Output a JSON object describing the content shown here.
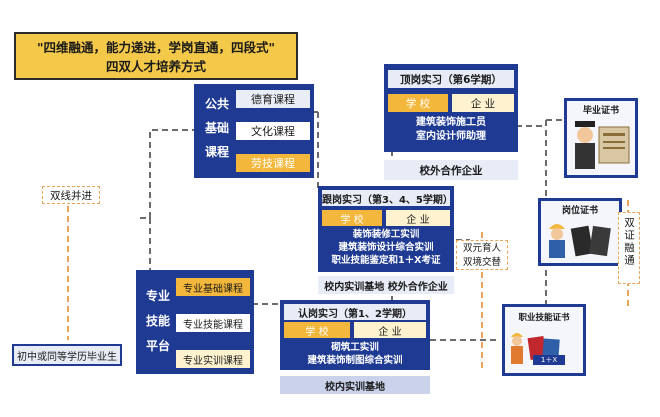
{
  "title": {
    "line1": "\"四维融通，能力递进，学岗直通，四段式\"",
    "line2": "四双人才培养方式"
  },
  "public_platform": {
    "label_chars": [
      "公共",
      "基础",
      "课程"
    ],
    "courses": [
      "德育课程",
      "文化课程",
      "劳技课程"
    ]
  },
  "pro_platform": {
    "label_chars": [
      "专业",
      "技能",
      "平台"
    ],
    "courses": [
      "专业基础课程",
      "专业技能课程",
      "专业实训课程"
    ]
  },
  "dual_track": "双线并进",
  "origin": "初中或同等学历毕业生",
  "stage_top": {
    "title": "顶岗实习（第6学期）",
    "school": "学 校",
    "enterprise": "企 业",
    "content": [
      "建筑装饰施工员",
      "室内设计师助理"
    ],
    "base": "校外合作企业"
  },
  "stage_mid": {
    "title": "跟岗实习（第3、4、5学期）",
    "school": "学 校",
    "enterprise": "企 业",
    "content": [
      "装饰装修工实训",
      "建筑装饰设计综合实训",
      "职业技能鉴定和1＋X考证"
    ],
    "base": "校内实训基地  校外合作企业"
  },
  "stage_low": {
    "title": "认岗实习（第1、2学期）",
    "school": "学 校",
    "enterprise": "企 业",
    "content": [
      "砌筑工实训",
      "建筑装饰制图综合实训"
    ],
    "base": "校内实训基地"
  },
  "dual_edu": [
    "双元育人",
    "双境交替"
  ],
  "certs": {
    "graduation": "毕业证书",
    "post": "岗位证书",
    "skill": "职业技能证书",
    "skill_badge": "1＋X"
  },
  "dual_cert": [
    "双证",
    "融通"
  ],
  "colors": {
    "navy": "#1f3a93",
    "gold": "#f3b73b",
    "dash": "#e8a55a",
    "gray_line": "#6b6b6b"
  }
}
